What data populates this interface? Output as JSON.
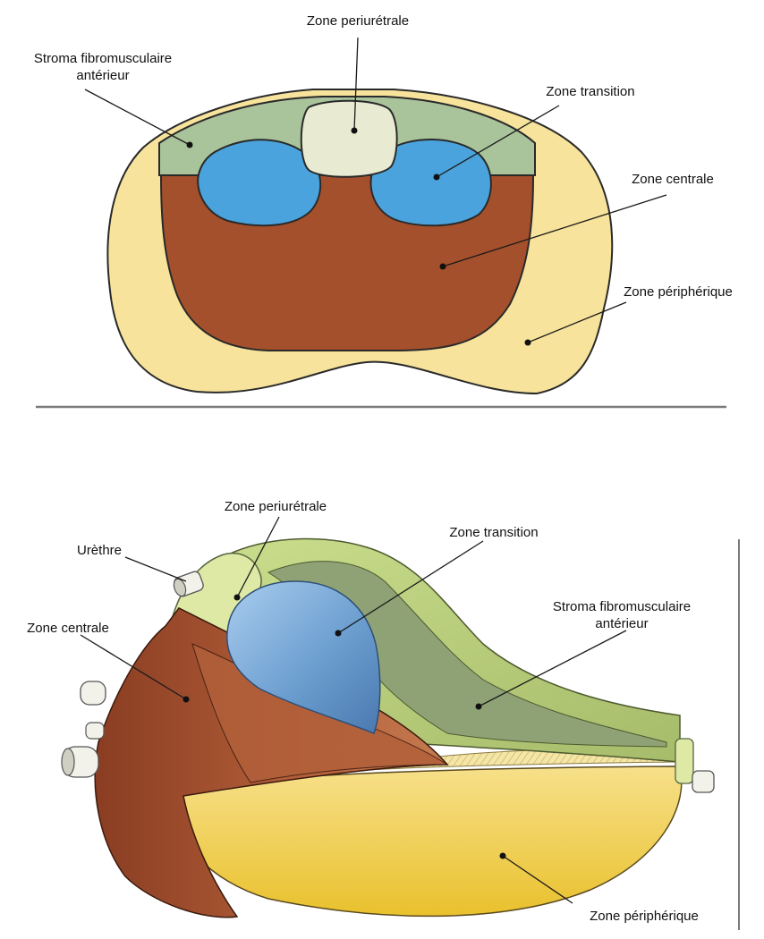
{
  "top_diagram": {
    "labels": {
      "periuretrale": "Zone periurétrale",
      "stroma_line1": "Stroma fibromusculaire",
      "stroma_line2": "antérieur",
      "transition": "Zone transition",
      "centrale": "Zone centrale",
      "peripherique": "Zone périphérique"
    }
  },
  "bottom_diagram": {
    "labels": {
      "periuretrale": "Zone periurétrale",
      "urethre": "Urèthre",
      "transition": "Zone transition",
      "stroma_line1": "Stroma fibromusculaire",
      "stroma_line2": "antérieur",
      "centrale": "Zone centrale",
      "peripherique": "Zone périphérique"
    }
  },
  "colors": {
    "peripheral_zone": "#f7e39b",
    "central_zone": "#a5502c",
    "transition_zone": "#4aa3dc",
    "periurethral_zone": "#e8ebd2",
    "fibromuscular_stroma": "#a9c39a",
    "stroma_3d": "#8fa276",
    "transition_3d": "#6d9fd0",
    "peripheral_3d": "#f0cf45"
  }
}
